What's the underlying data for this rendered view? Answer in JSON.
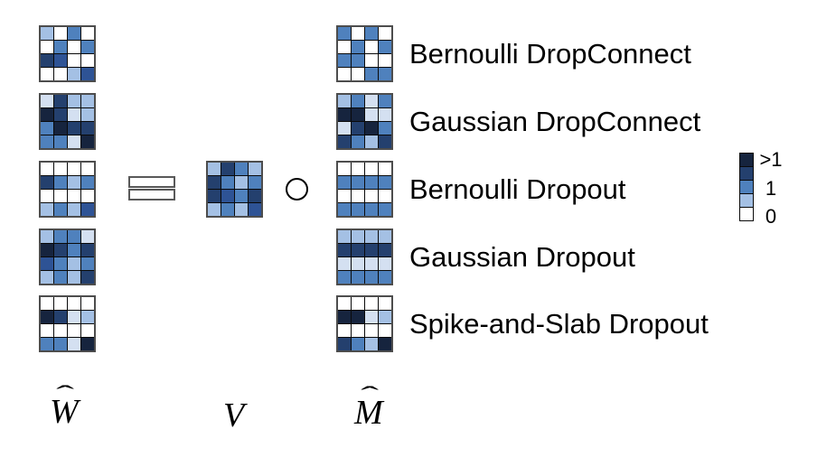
{
  "palette": {
    "0": "#FFFFFF",
    "1": "#D4E0F1",
    "2": "#A4C0E4",
    "3": "#4F81BD",
    "4": "#2E5395",
    "5": "#24406E",
    "6": "#16243E"
  },
  "rows": [
    {
      "name": "Bernoulli DropConnect",
      "w": [
        [
          2,
          0,
          3,
          0
        ],
        [
          0,
          3,
          0,
          3
        ],
        [
          5,
          4,
          0,
          0
        ],
        [
          0,
          0,
          2,
          4
        ]
      ],
      "m": [
        [
          3,
          0,
          3,
          0
        ],
        [
          0,
          3,
          0,
          3
        ],
        [
          3,
          3,
          0,
          0
        ],
        [
          0,
          0,
          3,
          3
        ]
      ]
    },
    {
      "name": "Gaussian DropConnect",
      "w": [
        [
          1,
          5,
          2,
          2
        ],
        [
          6,
          5,
          1,
          2
        ],
        [
          3,
          6,
          5,
          5
        ],
        [
          3,
          3,
          1,
          6
        ]
      ],
      "m": [
        [
          2,
          3,
          1,
          3
        ],
        [
          6,
          6,
          1,
          1
        ],
        [
          1,
          5,
          6,
          3
        ],
        [
          5,
          3,
          2,
          5
        ]
      ]
    },
    {
      "name": "Bernoulli Dropout",
      "w": [
        [
          0,
          0,
          0,
          0
        ],
        [
          5,
          3,
          2,
          3
        ],
        [
          0,
          0,
          0,
          0
        ],
        [
          2,
          3,
          2,
          4
        ]
      ],
      "m": [
        [
          0,
          0,
          0,
          0
        ],
        [
          3,
          3,
          3,
          3
        ],
        [
          0,
          0,
          0,
          0
        ],
        [
          3,
          3,
          3,
          3
        ]
      ]
    },
    {
      "name": "Gaussian Dropout",
      "w": [
        [
          2,
          3,
          3,
          1
        ],
        [
          6,
          5,
          3,
          5
        ],
        [
          4,
          3,
          2,
          3
        ],
        [
          2,
          3,
          2,
          5
        ]
      ],
      "m": [
        [
          2,
          2,
          2,
          2
        ],
        [
          5,
          5,
          5,
          5
        ],
        [
          1,
          1,
          1,
          1
        ],
        [
          3,
          3,
          3,
          3
        ]
      ]
    },
    {
      "name": "Spike-and-Slab Dropout",
      "w": [
        [
          0,
          0,
          0,
          0
        ],
        [
          6,
          5,
          1,
          2
        ],
        [
          0,
          0,
          0,
          0
        ],
        [
          3,
          3,
          1,
          6
        ]
      ],
      "m": [
        [
          0,
          0,
          0,
          0
        ],
        [
          6,
          6,
          1,
          2
        ],
        [
          0,
          0,
          0,
          0
        ],
        [
          5,
          3,
          2,
          6
        ]
      ]
    }
  ],
  "v_matrix": [
    [
      2,
      5,
      3,
      2
    ],
    [
      5,
      3,
      2,
      3
    ],
    [
      5,
      4,
      3,
      5
    ],
    [
      2,
      3,
      2,
      4
    ]
  ],
  "operators": {
    "equals": "=",
    "hadamard": "∘"
  },
  "math_labels": {
    "w": "W",
    "v": "V",
    "m": "M",
    "hat": "ˆ"
  },
  "legend": {
    "cells": [
      [
        6
      ],
      [
        5
      ],
      [
        3
      ],
      [
        2
      ],
      [
        0
      ]
    ],
    "labels": [
      ">1",
      "1",
      "0"
    ]
  }
}
